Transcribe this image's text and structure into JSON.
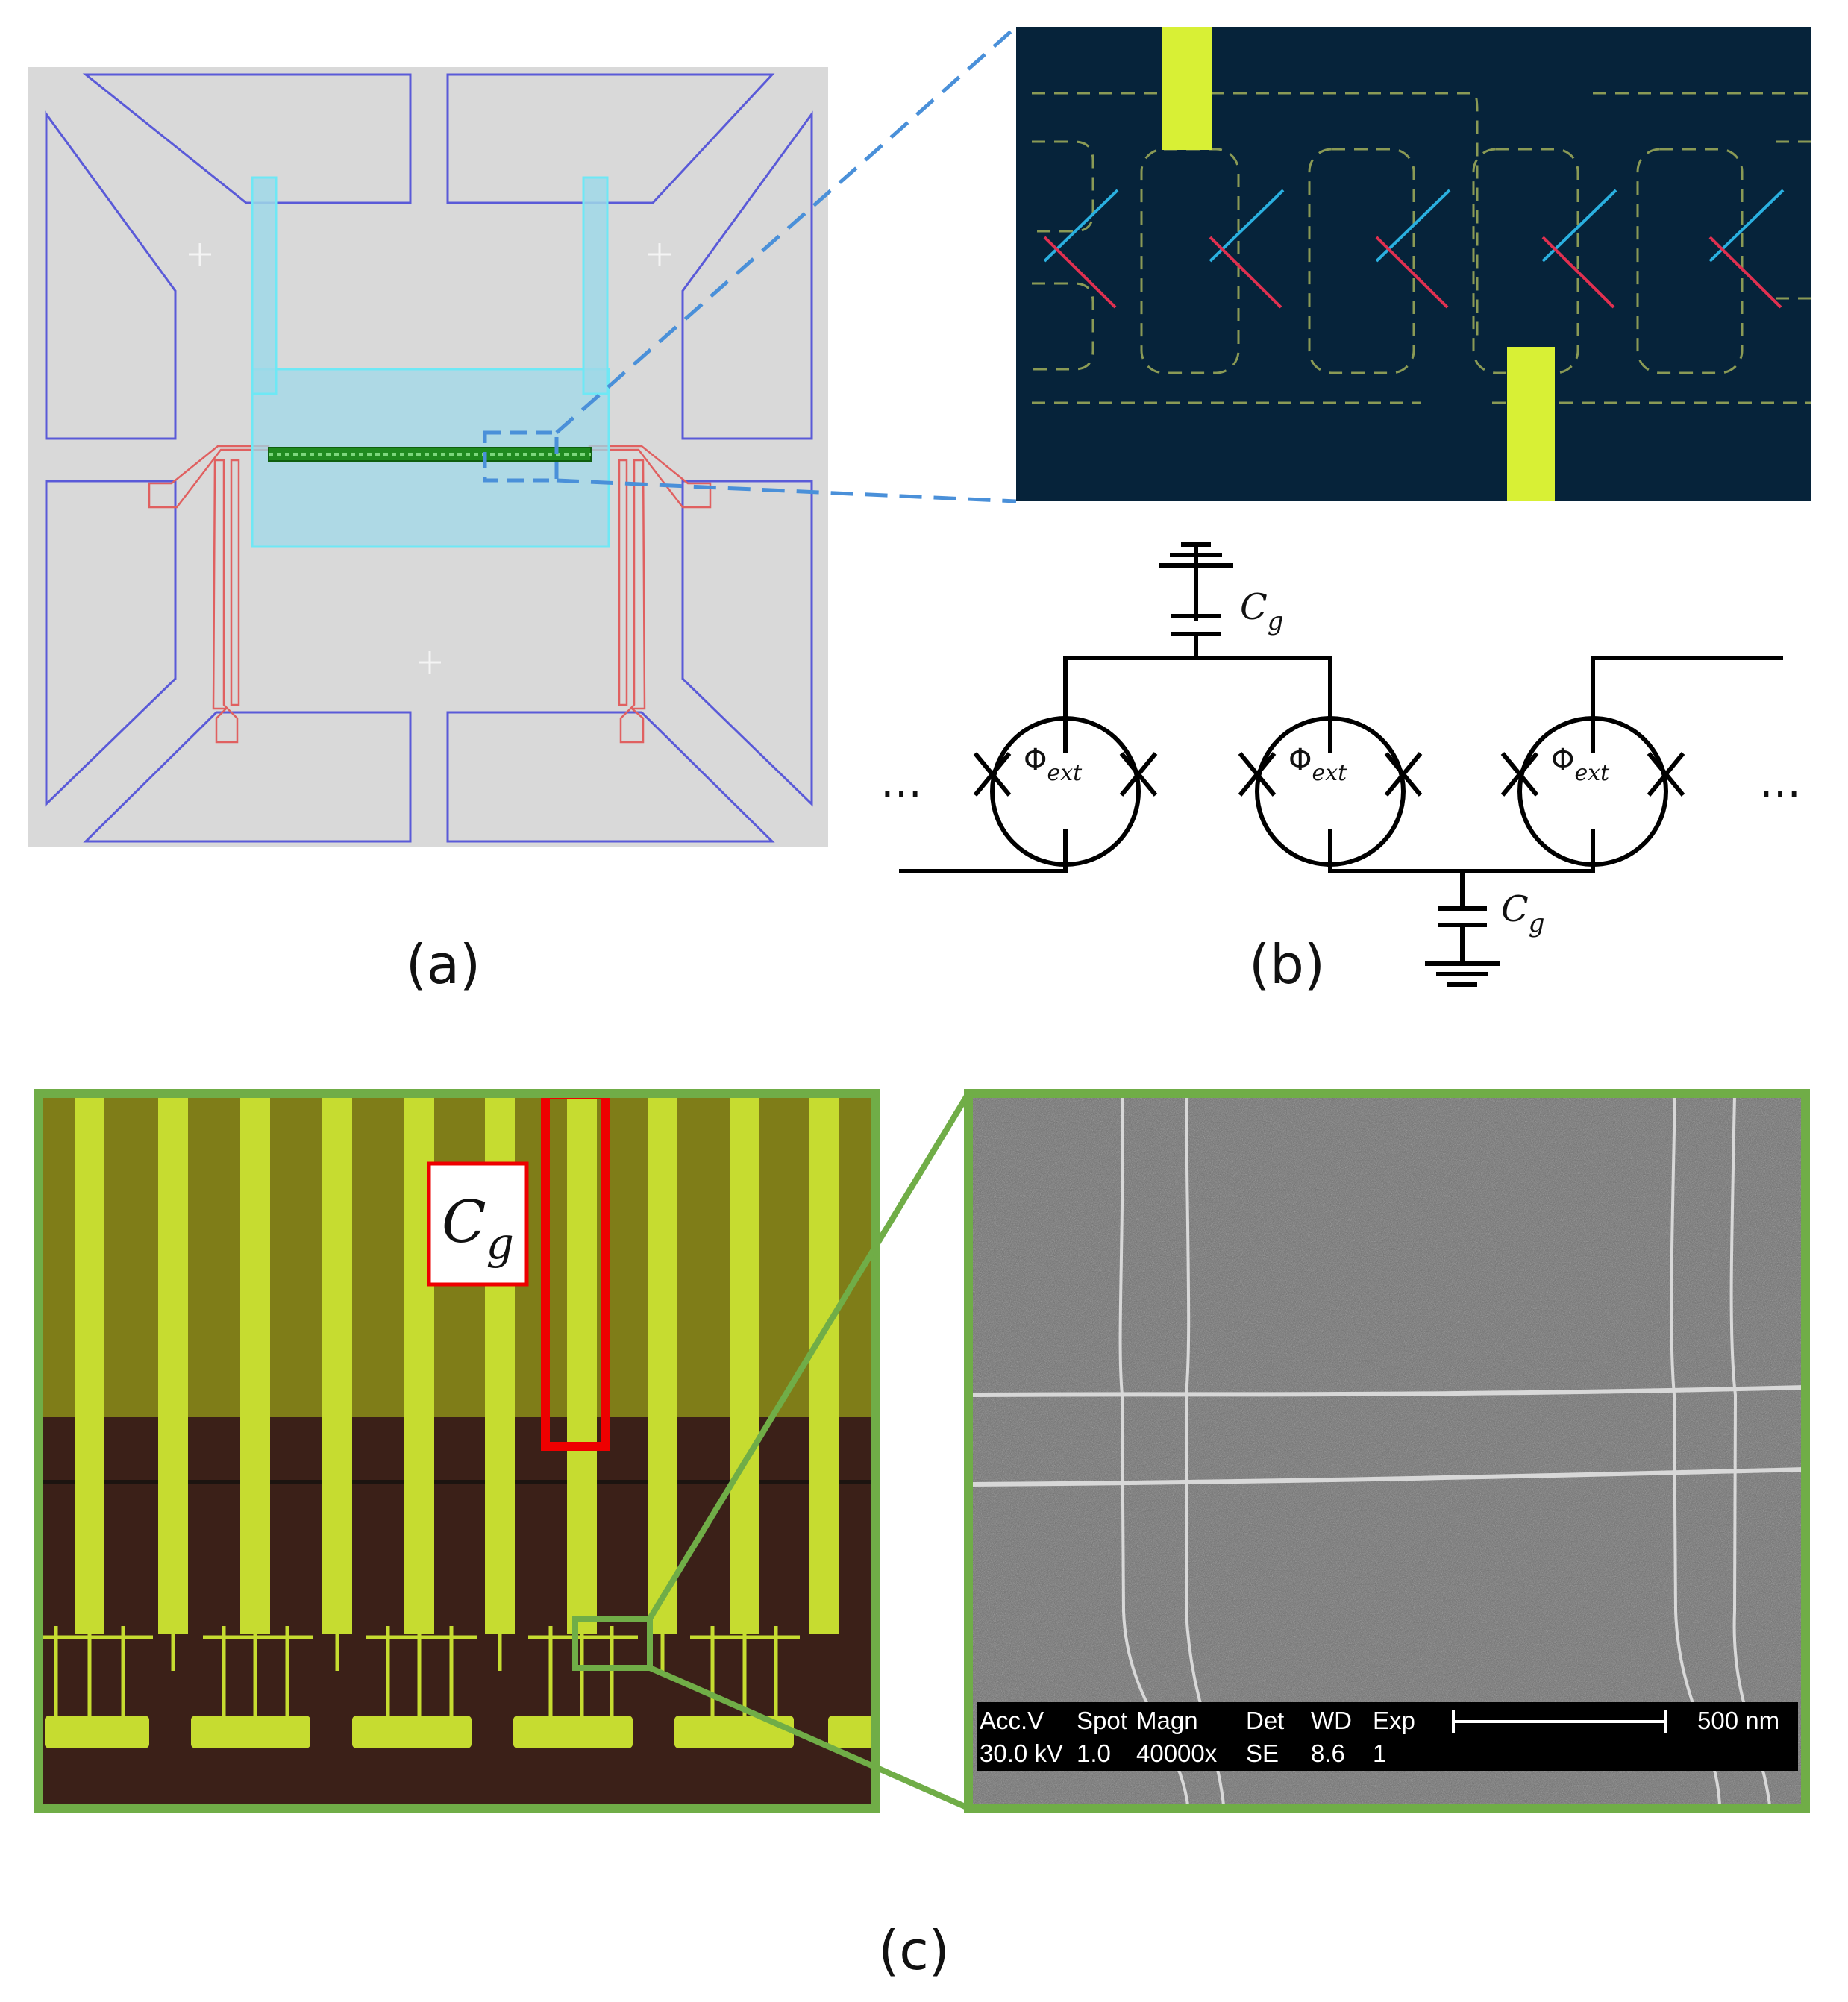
{
  "panels": {
    "a": {
      "label": "(a)"
    },
    "b": {
      "label": "(b)",
      "cap_symbol": "C",
      "cap_subscript": "g",
      "flux_symbol": "Φ",
      "flux_subscript": "ext",
      "ellipsis": "…"
    },
    "c": {
      "label": "(c)",
      "annotation_symbol": "C",
      "annotation_subscript": "g",
      "sem_header": [
        "Acc.V",
        "Spot",
        "Magn",
        "Det",
        "WD",
        "Exp"
      ],
      "sem_values": [
        "30.0 kV",
        "1.0",
        "40000x",
        "SE",
        "8.6",
        "1"
      ],
      "scale_bar": "500 nm"
    }
  },
  "colors": {
    "layout_bg": "#d9d9d9",
    "pad_outline": "#5a5ad8",
    "lead_outline": "#e06060",
    "cyan_region": "#9fd8e8",
    "zoom_bg": "#06233a",
    "accent_yellow": "#d8f035",
    "zoom_line": "#4a90d9",
    "frame_green": "#70ad47",
    "highlight_red": "#ee0000"
  }
}
